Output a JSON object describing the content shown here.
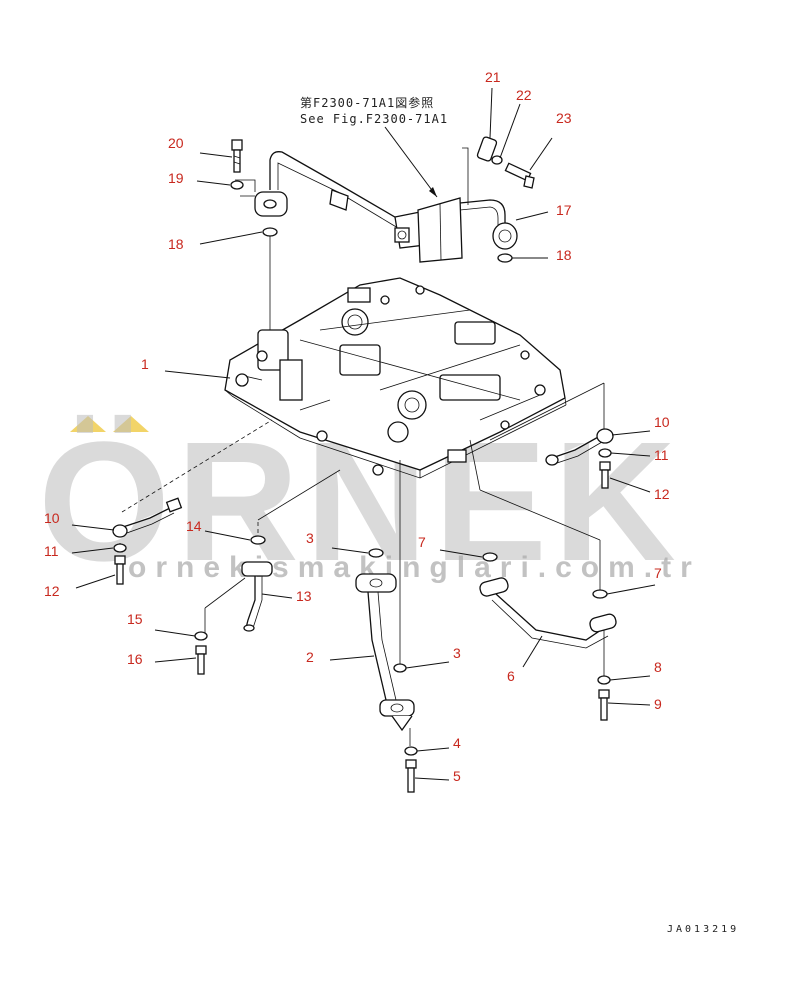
{
  "note": {
    "line1": "第F2300-71A1図参照",
    "line2": "See Fig.F2300-71A1"
  },
  "drawing_code": "JA013219",
  "watermark": {
    "brand": "ÖRNEK",
    "url": "ornekismakinglari.com.tr",
    "accent_color": "#f2d468"
  },
  "callout_color": "#c8281e",
  "callouts": [
    {
      "id": "c20",
      "label": "20"
    },
    {
      "id": "c19",
      "label": "19"
    },
    {
      "id": "c18a",
      "label": "18"
    },
    {
      "id": "c21",
      "label": "21"
    },
    {
      "id": "c22",
      "label": "22"
    },
    {
      "id": "c23",
      "label": "23"
    },
    {
      "id": "c17",
      "label": "17"
    },
    {
      "id": "c18b",
      "label": "18"
    },
    {
      "id": "c1",
      "label": "1"
    },
    {
      "id": "c10a",
      "label": "10"
    },
    {
      "id": "c11a",
      "label": "11"
    },
    {
      "id": "c12a",
      "label": "12"
    },
    {
      "id": "c10b",
      "label": "10"
    },
    {
      "id": "c11b",
      "label": "11"
    },
    {
      "id": "c12b",
      "label": "12"
    },
    {
      "id": "c14",
      "label": "14"
    },
    {
      "id": "c3a",
      "label": "3"
    },
    {
      "id": "c7a",
      "label": "7"
    },
    {
      "id": "c7b",
      "label": "7"
    },
    {
      "id": "c13",
      "label": "13"
    },
    {
      "id": "c15",
      "label": "15"
    },
    {
      "id": "c16",
      "label": "16"
    },
    {
      "id": "c2",
      "label": "2"
    },
    {
      "id": "c3b",
      "label": "3"
    },
    {
      "id": "c6",
      "label": "6"
    },
    {
      "id": "c8",
      "label": "8"
    },
    {
      "id": "c9",
      "label": "9"
    },
    {
      "id": "c4",
      "label": "4"
    },
    {
      "id": "c5",
      "label": "5"
    }
  ]
}
